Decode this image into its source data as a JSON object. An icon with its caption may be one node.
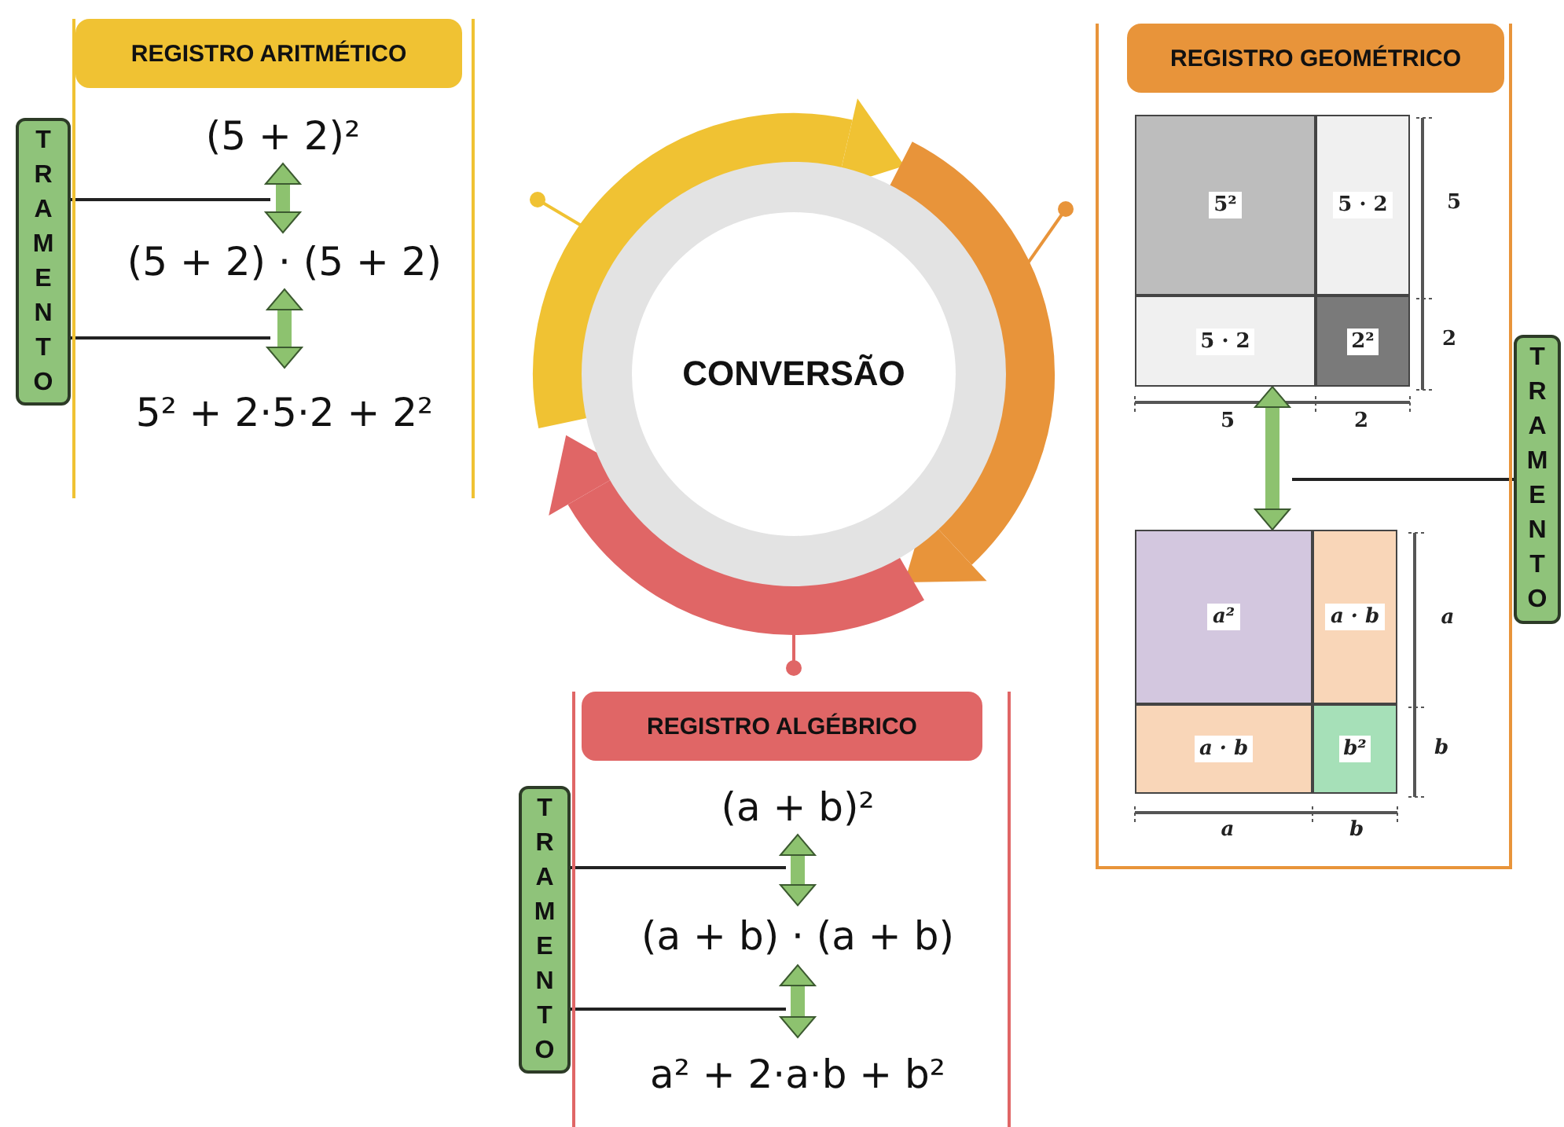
{
  "diagram": {
    "nodes": [
      {
        "text": [
          "REGISTRO ARITMÉTICO"
        ]
      },
      {
        "text": [
          "TRAMENTO"
        ]
      },
      {
        "text": [
          "(5 + 2)²"
        ],
        "in": 0
      },
      {
        "text": [
          "(5 + 2) · (5 + 2)"
        ],
        "in": 0
      },
      {
        "text": [
          "5² + 2·5·2 + 2²"
        ],
        "in": 0
      },
      {
        "text": [
          "CONVERSÃO"
        ]
      },
      {
        "text": [
          "REGISTRO GEOMÉTRICO"
        ]
      },
      {
        "text": [],
        "shape": "box",
        "in": 6
      },
      {
        "text": [
          "5²"
        ],
        "in": 7
      },
      {
        "text": [
          "5 · 2"
        ],
        "in": 7
      },
      {
        "text": [
          "5 · 2"
        ],
        "in": 7
      },
      {
        "text": [
          "2²"
        ],
        "in": 7
      },
      {
        "text": [
          "TRAMENTO"
        ]
      },
      {
        "text": [],
        "shape": "box",
        "in": 6
      },
      {
        "text": [
          "a²"
        ],
        "in": 13
      },
      {
        "text": [
          "a · b"
        ],
        "in": 13
      },
      {
        "text": [
          "a · b"
        ],
        "in": 13
      },
      {
        "text": [
          "b²"
        ],
        "in": 13
      },
      {
        "text": [
          "REGISTRO ALGÉBRICO"
        ]
      },
      {
        "text": [
          "TRAMENTO"
        ]
      },
      {
        "text": [
          "(a + b)²"
        ],
        "in": 18
      },
      {
        "text": [
          "(a + b) · (a + b)"
        ],
        "in": 18
      },
      {
        "text": [
          "a² + 2·a·b + b²"
        ],
        "in": 18
      }
    ],
    "edges": [
      {
        "from": 2,
        "to": 3,
        "arrow": "both",
        "style": "thick",
        "color": "#8dc26f"
      },
      {
        "from": 3,
        "to": 4,
        "arrow": "both",
        "style": "thick",
        "color": "#8dc26f"
      },
      {
        "from": 1,
        "to": null,
        "arrow": "none",
        "color": "#222222"
      },
      {
        "from": 1,
        "to": null,
        "arrow": "none",
        "color": "#222222"
      },
      {
        "from": 7,
        "to": 13,
        "arrow": "both",
        "style": "thick",
        "color": "#8dc26f"
      },
      {
        "from": 12,
        "to": null,
        "arrow": "none",
        "color": "#222222"
      },
      {
        "from": 20,
        "to": 21,
        "arrow": "both",
        "style": "thick",
        "color": "#8dc26f"
      },
      {
        "from": 21,
        "to": 22,
        "arrow": "both",
        "style": "thick",
        "color": "#8dc26f"
      },
      {
        "from": 19,
        "to": null,
        "arrow": "none",
        "color": "#222222"
      },
      {
        "from": 19,
        "to": null,
        "arrow": "none",
        "color": "#222222"
      }
    ],
    "labels": [
      "5",
      "2",
      "5",
      "2",
      "a",
      "b",
      "a",
      "b"
    ]
  }
}
